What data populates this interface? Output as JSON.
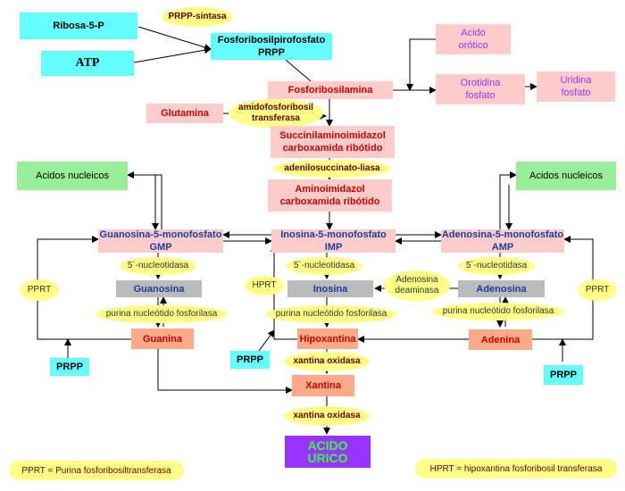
{
  "nodes": {
    "ribosa": "Ribosa-5-P",
    "atp": "ATP",
    "prpp_line1": "Fosforibosilpirofosfato",
    "prpp_line2": "PRPP",
    "fosforibosilamina": "Fosforibosilamina",
    "glutamina": "Glutamina",
    "succ_line1": "Succinilaminoimidazol",
    "succ_line2": "carboxamida ribótido",
    "amino_line1": "Aminoimidazol",
    "amino_line2": "carboxamida ribótido",
    "acido_orotico_line1": "Acido",
    "acido_orotico_line2": "orótico",
    "orotidina_line1": "Orotidina",
    "orotidina_line2": "fosfato",
    "uridina_line1": "Uridina",
    "uridina_line2": "fosfato",
    "acidos_left": "Acidos nucleicos",
    "acidos_right": "Acidos nucleicos",
    "gmp_line1": "Guanosina-5-monofosfato",
    "gmp_line2": "GMP",
    "imp_line1": "Inosina-5-monofosfato",
    "imp_line2": "IMP",
    "amp_line1": "Adenosina-5-monofosfato",
    "amp_line2": "AMP",
    "guanosina": "Guanosina",
    "inosina": "Inosina",
    "adenosina": "Adenosina",
    "guanina": "Guanina",
    "hipoxantina": "Hipoxantina",
    "adenina": "Adenina",
    "xantina": "Xantina",
    "prpp_left": "PRPP",
    "prpp_mid": "PRPP",
    "prpp_right": "PRPP",
    "acido_urico_line1": "ACIDO",
    "acido_urico_line2": "URICO"
  },
  "enzymes": {
    "prpp_sintasa": "PRPP-sintasa",
    "amido_line1": "amidofosforibosil",
    "amido_line2": "transferasa",
    "adenilosuccinato": "adenilosuccinato-liasa",
    "nuc_left": "5´-nucleotidasa",
    "nuc_mid": "5´-nucleotidasa",
    "nuc_right": "5´-nucleotidasa",
    "pnf_left": "purina nucleótido fosforilasa",
    "pnf_mid": "purina nucleótido fosforilasa",
    "pnf_right": "purina nucleótido fosforilasa",
    "adenosina_deam_line1": "Adenosina",
    "adenosina_deam_line2": "deaminasa",
    "pprt_left": "PPRT",
    "pprt_right": "PPRT",
    "hprt": "HPRT",
    "xantina_oxidasa_1": "xantina oxidasa",
    "xantina_oxidasa_2": "xantina oxidasa"
  },
  "legend": {
    "pprt": "PPRT = Purina fosforibosiltransferasa",
    "hprt": "HPRT = hipoxantina fosforibosil transferasa"
  },
  "colors": {
    "cyan": "#66ffff",
    "pink": "#ffcccc",
    "green": "#99ee99",
    "gray": "#bbbbbb",
    "salmon": "#ffaa88",
    "enzyme": "#ffff88",
    "final": "#9933ff"
  }
}
